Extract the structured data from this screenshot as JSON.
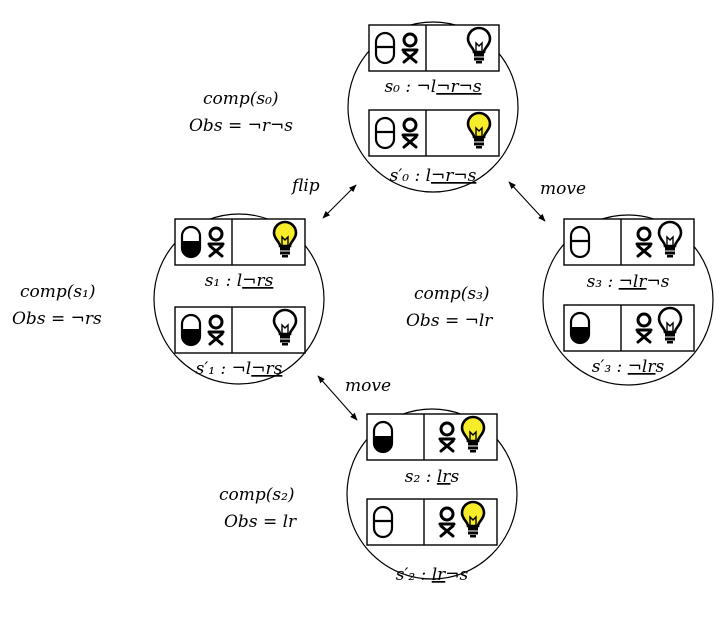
{
  "colors": {
    "bulb_on": "#f7ec2a",
    "bulb_off": "#ffffff",
    "ink": "#000000"
  },
  "states": {
    "s0": {
      "comp": "comp(s₀)",
      "obs": "Obs = ¬r¬s",
      "worlds": [
        {
          "label": {
            "name": "s₀ : ",
            "prefix": "¬l",
            "under": "¬r¬s",
            "suffix": ""
          },
          "switch": "off",
          "person": "left",
          "bulb": "off"
        },
        {
          "label": {
            "name": "s′₀ : ",
            "prefix": "l",
            "under": "¬r¬s",
            "suffix": ""
          },
          "switch": "off",
          "person": "left",
          "bulb": "on"
        }
      ]
    },
    "s1": {
      "comp": "comp(s₁)",
      "obs": "Obs = ¬rs",
      "worlds": [
        {
          "label": {
            "name": "s₁ : ",
            "prefix": "l",
            "under": "¬rs",
            "suffix": ""
          },
          "switch": "on",
          "person": "left",
          "bulb": "on"
        },
        {
          "label": {
            "name": "s′₁ : ",
            "prefix": "¬l",
            "under": "¬rs",
            "suffix": ""
          },
          "switch": "on",
          "person": "left",
          "bulb": "off"
        }
      ]
    },
    "s2": {
      "comp": "comp(s₂)",
      "obs": "Obs = lr",
      "worlds": [
        {
          "label": {
            "name": "s₂ : ",
            "prefix": "",
            "under": "lr",
            "suffix": "s"
          },
          "switch": "on",
          "person": "right",
          "bulb": "on"
        },
        {
          "label": {
            "name": "s′₂ : ",
            "prefix": "",
            "under": "lr",
            "suffix": "¬s"
          },
          "switch": "off",
          "person": "right",
          "bulb": "on"
        }
      ]
    },
    "s3": {
      "comp": "comp(s₃)",
      "obs": "Obs = ¬lr",
      "worlds": [
        {
          "label": {
            "name": "s₃ : ",
            "prefix": "",
            "under": "¬lr",
            "suffix": "¬s"
          },
          "switch": "off",
          "person": "right",
          "bulb": "off"
        },
        {
          "label": {
            "name": "s′₃ : ",
            "prefix": "",
            "under": "¬lr",
            "suffix": "s"
          },
          "switch": "on",
          "person": "right",
          "bulb": "off"
        }
      ]
    }
  },
  "edges": [
    {
      "from": "s1",
      "to": "s0",
      "label": "flip"
    },
    {
      "from": "s0",
      "to": "s3",
      "label": "move"
    },
    {
      "from": "s1",
      "to": "s2",
      "label": "move"
    }
  ]
}
